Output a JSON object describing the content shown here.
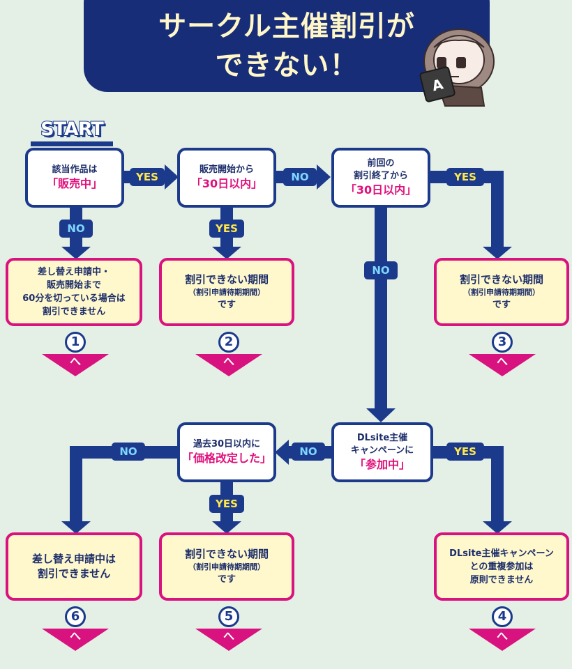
{
  "header": {
    "title_line1": "サークル主催割引が",
    "title_line2": "できない！",
    "mascot_badge": "A"
  },
  "start_label": "START",
  "colors": {
    "navy": "#1c3a8c",
    "magenta": "#d8127e",
    "cream": "#fff8cc",
    "background": "#e4efe6",
    "yes_label": "#ffe94a",
    "no_label": "#7fd6ff"
  },
  "decisions": [
    {
      "line1": "該当作品は",
      "line2": "",
      "emphasis": "「販売中」"
    },
    {
      "line1": "販売開始から",
      "line2": "",
      "emphasis": "「30日以内」"
    },
    {
      "line1": "前回の",
      "line2": "割引終了から",
      "emphasis": "「30日以内」"
    },
    {
      "line1": "DLsite主催",
      "line2": "キャンペーンに",
      "emphasis": "「参加中」"
    },
    {
      "line1": "過去30日以内に",
      "line2": "",
      "emphasis": "「価格改定した」"
    }
  ],
  "results": [
    {
      "lines": [
        "差し替え申請中・",
        "販売開始まで",
        "60分を切っている場合は",
        "割引できません"
      ],
      "number": "1",
      "arrow_label": "へ"
    },
    {
      "main": "割引できない期間",
      "sub": "（割引申請待期期間）",
      "tail": "です",
      "number": "2",
      "arrow_label": "へ"
    },
    {
      "main": "割引できない期間",
      "sub": "（割引申請待期期間）",
      "tail": "です",
      "number": "3",
      "arrow_label": "へ"
    },
    {
      "lines": [
        "DLsite主催キャンペーン",
        "との重複参加は",
        "原則できません"
      ],
      "number": "4",
      "arrow_label": "へ"
    },
    {
      "main": "割引できない期間",
      "sub": "（割引申請待期期間）",
      "tail": "です",
      "number": "5",
      "arrow_label": "へ"
    },
    {
      "lines": [
        "差し替え申請中は",
        "割引できません"
      ],
      "number": "6",
      "arrow_label": "へ"
    }
  ],
  "edge_labels": {
    "yes": "YES",
    "no": "NO"
  }
}
